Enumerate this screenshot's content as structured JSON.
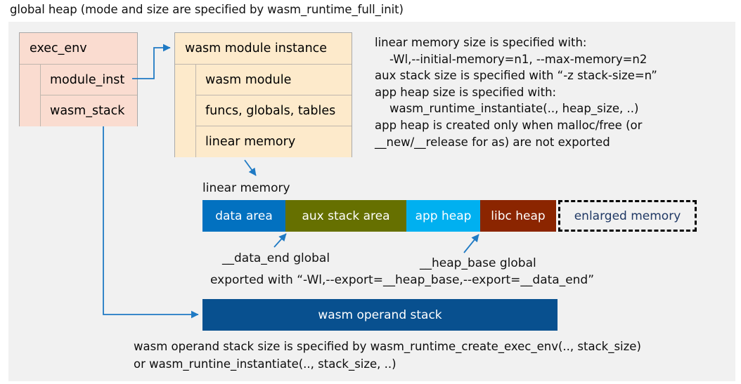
{
  "title": "global heap (mode and size are specified by wasm_runtime_full_init)",
  "exec_env_box": {
    "header": "exec_env",
    "rows": [
      "module_inst",
      "wasm_stack"
    ]
  },
  "module_instance_box": {
    "header": "wasm module instance",
    "rows": [
      "wasm module",
      "funcs, globals, tables",
      "linear memory"
    ]
  },
  "memory_note": "linear memory size is specified with:\n    -Wl,--initial-memory=n1, --max-memory=n2\naux stack size is specified with “-z stack-size=n”\napp heap size is specified with:\n    wasm_runtime_instantiate(.., heap_size, ..)\napp heap is created only when malloc/free (or\n__new/__release for as) are not exported",
  "linear_memory": {
    "label": "linear memory",
    "segments": [
      {
        "label": "data area",
        "color": "#0271c0"
      },
      {
        "label": "aux stack area",
        "color": "#667000"
      },
      {
        "label": "app heap",
        "color": "#00b0f0"
      },
      {
        "label": "libc heap",
        "color": "#8b2500"
      },
      {
        "label": "enlarged memory",
        "color": "#f1f1f1"
      }
    ]
  },
  "annotations": {
    "data_end": "__data_end global",
    "heap_base": "__heap_base global",
    "export_note": "exported with “-Wl,--export=__heap_base,--export=__data_end”"
  },
  "operand_stack": {
    "label": "wasm operand stack",
    "note": "wasm operand stack size is specified by wasm_runtime_create_exec_env(.., stack_size)\nor wasm_runtine_instantiate(.., stack_size, ..)"
  },
  "colors": {
    "canvas": "#f1f1f1",
    "exec_env_fill": "#fadcd0",
    "module_fill": "#fdeacb",
    "connector": "#1f7ac4",
    "operand_stack_fill": "#08508f",
    "enlarged_text": "#1f3864"
  }
}
